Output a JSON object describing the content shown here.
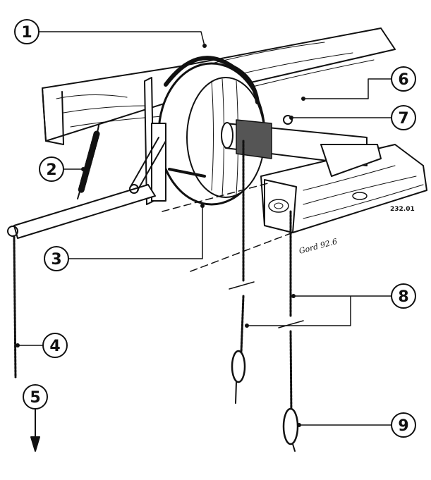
{
  "callouts": [
    "1",
    "2",
    "3",
    "4",
    "5",
    "6",
    "7",
    "8",
    "9"
  ],
  "drawing_code": "232.01",
  "signature": "Gord 92.6",
  "colors": {
    "ink": "#111111",
    "paper": "#ffffff"
  }
}
